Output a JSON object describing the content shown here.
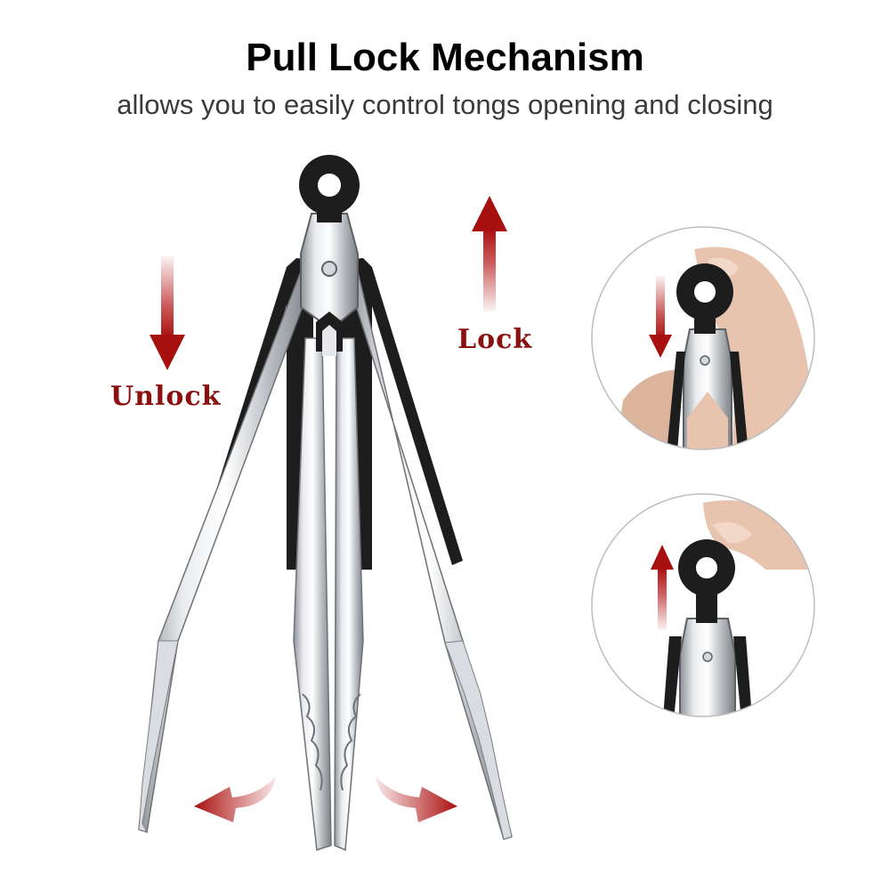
{
  "header": {
    "title": "Pull Lock Mechanism",
    "subtitle": "allows you to easily control tongs opening and closing"
  },
  "labels": {
    "unlock": "Unlock",
    "lock": "Lock"
  },
  "colors": {
    "accent": "#8b1010",
    "arrow_red": "#b51515",
    "steel": "#c9ccd0",
    "silicone": "#1d1d1d",
    "skin": "#e8c4ae"
  },
  "icons": {
    "unlock_arrow": "arrow-down-icon",
    "lock_arrow": "arrow-up-icon",
    "spread_left": "curved-arrow-left-icon",
    "spread_right": "curved-arrow-right-icon"
  }
}
